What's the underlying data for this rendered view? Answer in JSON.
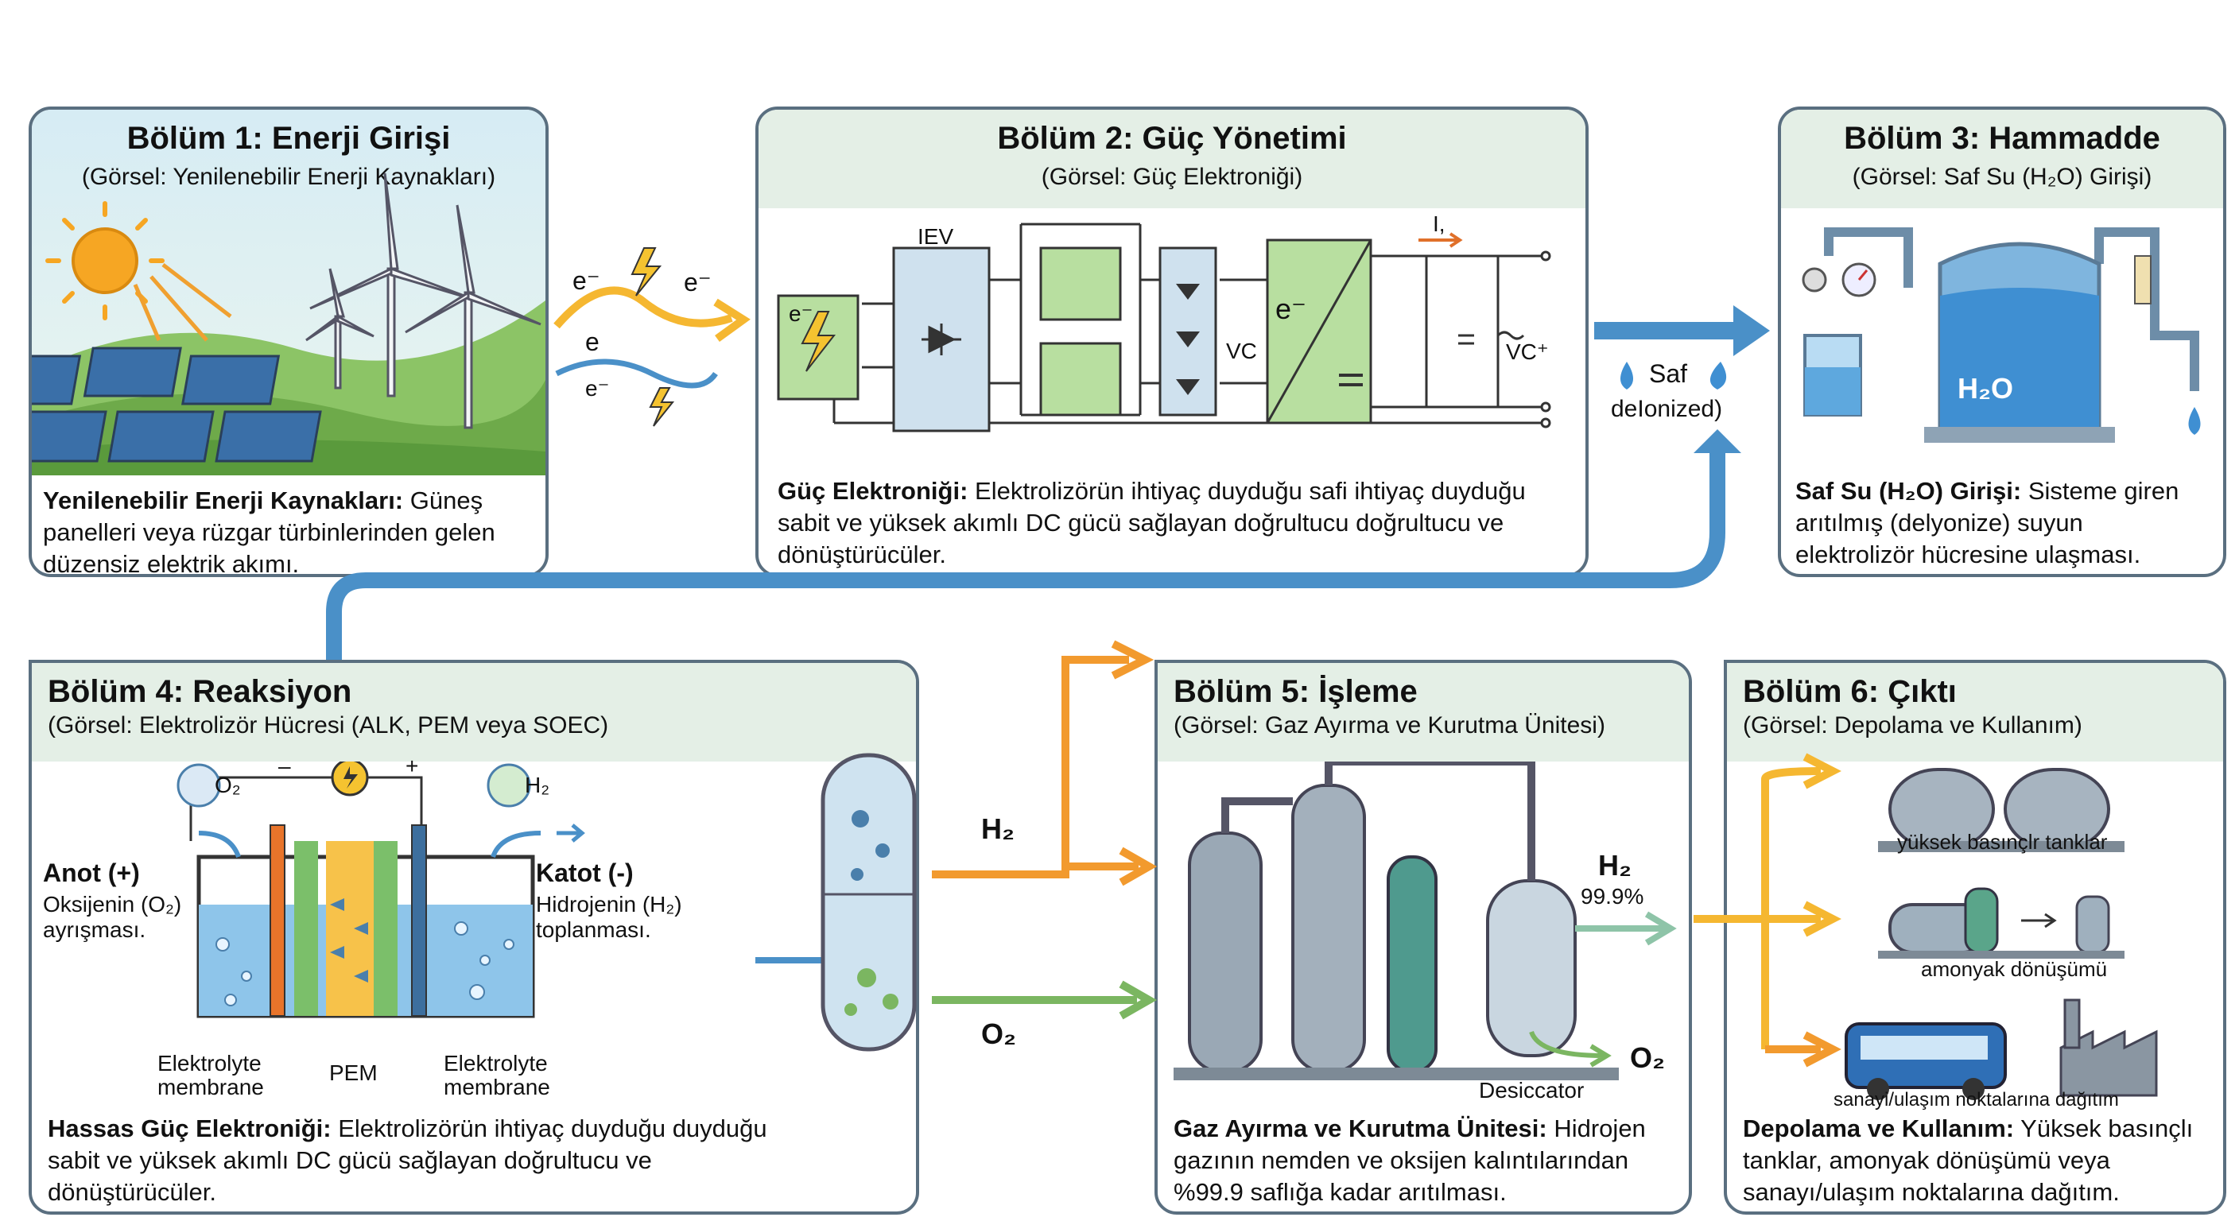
{
  "sections": {
    "s1": {
      "title": "Bölüm 1: Enerji Girişi",
      "subtitle": "(Görsel: Yenilenebilir Enerji Kaynakları)",
      "desc_bold": "Yenilenebilir Enerji Kaynakları:",
      "desc": " Güneş panelleri veya rüzgar türbinlerinden gelen düzensiz elektrik akımı."
    },
    "s2": {
      "title": "Bölüm 2: Güç Yönetimi",
      "subtitle": "(Görsel: Güç Elektroniği)",
      "desc_bold": "Güç Elektroniği:",
      "desc": " Elektrolizörün ihtiyaç duyduğu safi ihtiyaç duyduğu sabit ve yüksek akımlı DC gücü sağlayan doğrultucu doğrultucu ve dönüştürücüler."
    },
    "s3": {
      "title": "Bölüm 3: Hammadde",
      "subtitle": "(Görsel: Saf Su (H₂O) Girişi)",
      "desc_bold": "Saf Su (H₂O) Girişi:",
      "desc": " Sisteme giren arıtılmış (delyonize) suyun elektrolizör hücresine ulaşması."
    },
    "s4": {
      "title": "Bölüm 4: Reaksiyon",
      "subtitle": "(Görsel: Elektrolizör Hücresi (ALK, PEM veya SOEC)",
      "desc_bold": "Hassas Güç Elektroniği:",
      "desc": " Elektrolizörün ihtiyaç duyduğu duyduğu sabit ve yüksek akımlı DC gücü sağlayan doğrultucu ve dönüştürücüler."
    },
    "s5": {
      "title": "Bölüm 5: İşleme",
      "subtitle": "(Görsel: Gaz Ayırma ve Kurutma Ünitesi)",
      "desc_bold": "Gaz Ayırma ve Kurutma Ünitesi:",
      "desc": " Hidrojen gazının nemden ve oksijen kalıntılarından %99.9 saflığa kadar arıtılması."
    },
    "s6": {
      "title": "Bölüm 6: Çıktı",
      "subtitle": "(Görsel: Depolama ve Kullanım)",
      "desc_bold": "Depolama ve Kullanım:",
      "desc": " Yüksek basınçlı tanklar, amonyak dönüşümü veya sanayı/ulaşım noktalarına dağıtım."
    }
  },
  "labels": {
    "electron": "e⁻",
    "electron_plain": "e",
    "iev": "IEV",
    "vc": "VC",
    "vc_plus": "VC⁺",
    "current": "I,",
    "minus": "–",
    "plus": "+",
    "saf": "Saf",
    "deionized": "deIonized)",
    "h2o_tank": "H₂O",
    "o2": "O₂",
    "h2": "H₂",
    "anot": "Anot (+)",
    "anot_desc": [
      "Oksijenin (O₂)",
      "ayrışması."
    ],
    "katot": "Katot (-)",
    "katot_desc": [
      "Hidrojenin (H₂)",
      "toplanması."
    ],
    "electrolyte_left": [
      "Elektrolyte",
      "membrane"
    ],
    "pem": "PEM",
    "electrolyte_right": [
      "Elektrolyte",
      "membrane"
    ],
    "h2_out": "H₂",
    "purity": "99.9%",
    "o2_out": "O₂",
    "desiccator": "Desiccator",
    "tanks": "yüksek basınçlr tanklar",
    "ammonia": "amonyak dönüşümü",
    "distribution": "sanayi/ulaşım noktalarına dağıtım"
  },
  "colors": {
    "panel_border": "#5a6f80",
    "header_bg": "#e4efe6",
    "blue_arrow": "#4a90c8",
    "orange_arrow": "#f29a2e",
    "green_arrow": "#7bb661",
    "yellow_arrow": "#f5b731"
  }
}
